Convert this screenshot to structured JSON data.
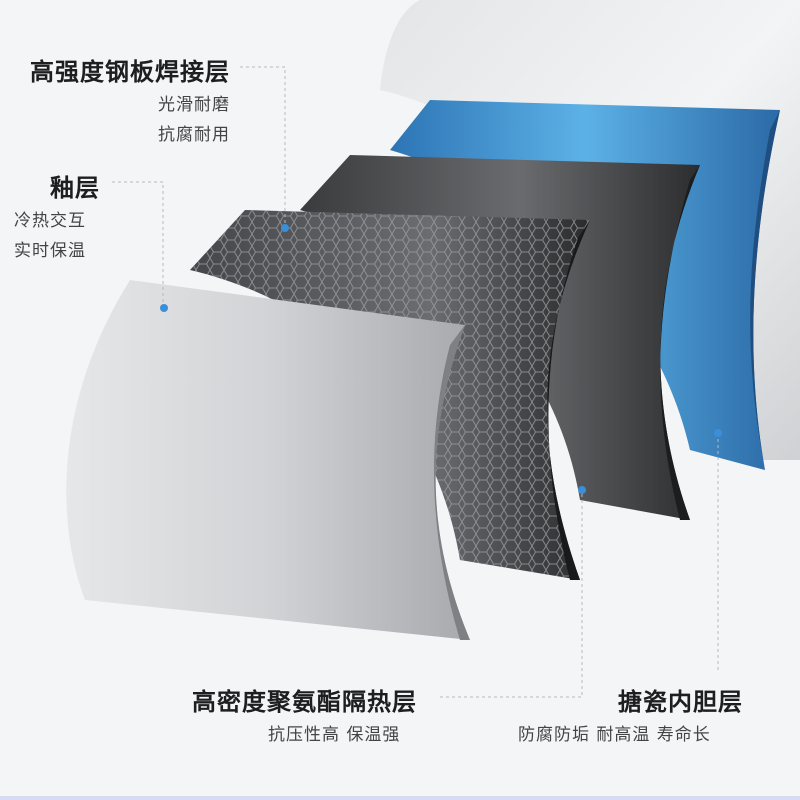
{
  "layers": [
    {
      "title": "高强度钢板焊接层",
      "lines": [
        "光滑耐磨",
        "抗腐耐用"
      ]
    },
    {
      "title": "釉层",
      "lines": [
        "冷热交互",
        "实时保温"
      ]
    },
    {
      "title": "高密度聚氨酯隔热层",
      "lines": [
        "抗压性高 保温强"
      ]
    },
    {
      "title": "搪瓷内胆层",
      "lines": [
        "防腐防垢 耐高温 寿命长"
      ]
    }
  ],
  "colors": {
    "accent": "#3a8fd8",
    "steel": "#d9dadc",
    "glaze": "#4a4b4d",
    "foam": "#3a3b3e",
    "enamel": "#4c9fd9",
    "tank": "#e8e9eb"
  }
}
